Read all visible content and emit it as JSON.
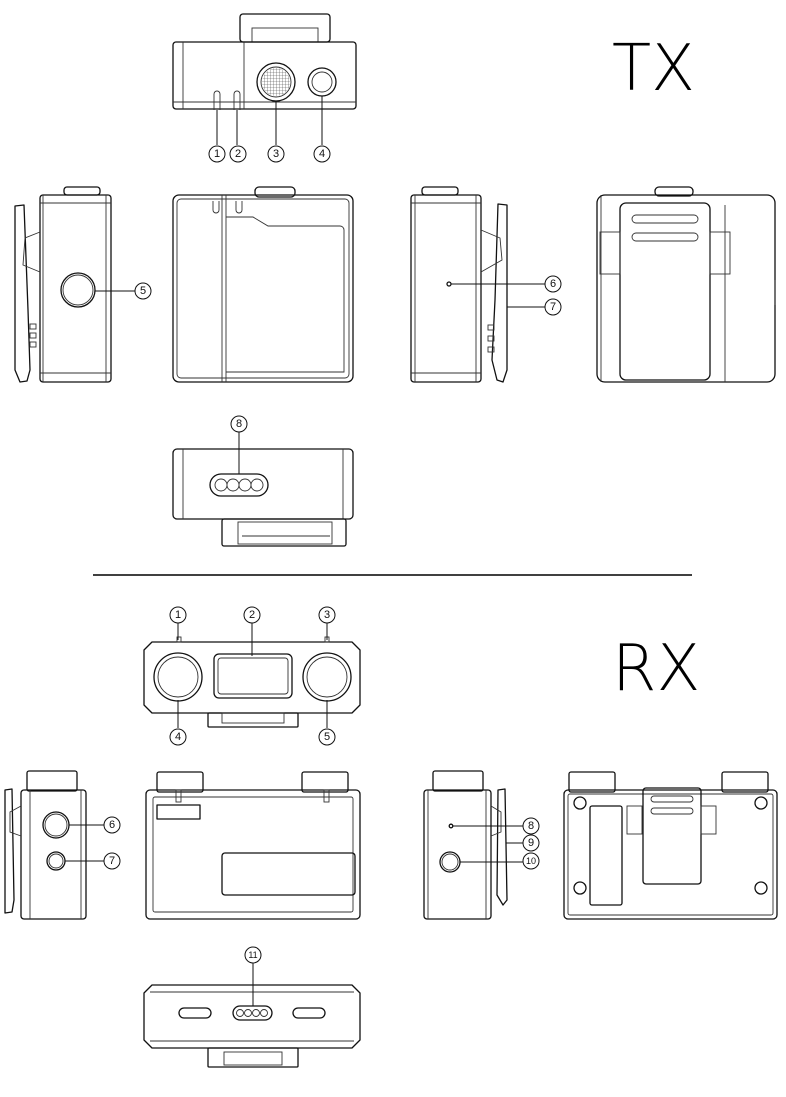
{
  "tx": {
    "title": "TX",
    "callouts": [
      "1",
      "2",
      "3",
      "4",
      "5",
      "6",
      "7",
      "8"
    ]
  },
  "rx": {
    "title": "RX",
    "callouts": [
      "1",
      "2",
      "3",
      "4",
      "5",
      "6",
      "7",
      "8",
      "9",
      "10",
      "11"
    ]
  },
  "colors": {
    "line": "#111111",
    "background": "#ffffff"
  }
}
